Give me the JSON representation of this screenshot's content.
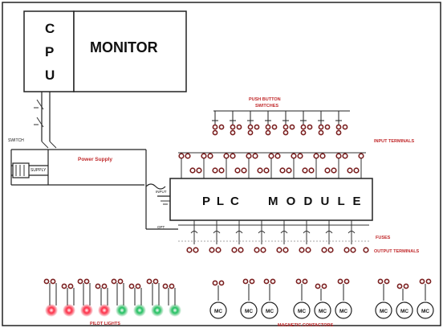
{
  "labels": {
    "cpu_c": "C",
    "cpu_p": "P",
    "cpu_u": "U",
    "monitor": "MONITOR",
    "power_supply": "Power Supply",
    "push_button_1": "PUSH BUTTON",
    "push_button_2": "SWITCHES",
    "input_terminals": "INPUT TERMINALS",
    "plc_left": "P L C",
    "plc_right": "M O D U L E",
    "fuses": "FUSES",
    "output_terminals": "OUTPUT TERMINALS",
    "switch": "SWITCH",
    "supply": "SUPPLY",
    "input_small": "INPUT",
    "output_small": "OPT",
    "pilot_lights": "PILOT LIGHTS",
    "magnetic_contactors": "MAGNETIC CONTACTORS"
  },
  "contactor_label": "MC",
  "colors": {
    "accent_red": "#c0282a",
    "pilot_red": "#e8001a",
    "pilot_green": "#18a848",
    "terminal": "#7a1f1f",
    "line": "#222222"
  },
  "pilot_light_colors": [
    "red",
    "red",
    "red",
    "red",
    "green",
    "green",
    "green",
    "green"
  ]
}
